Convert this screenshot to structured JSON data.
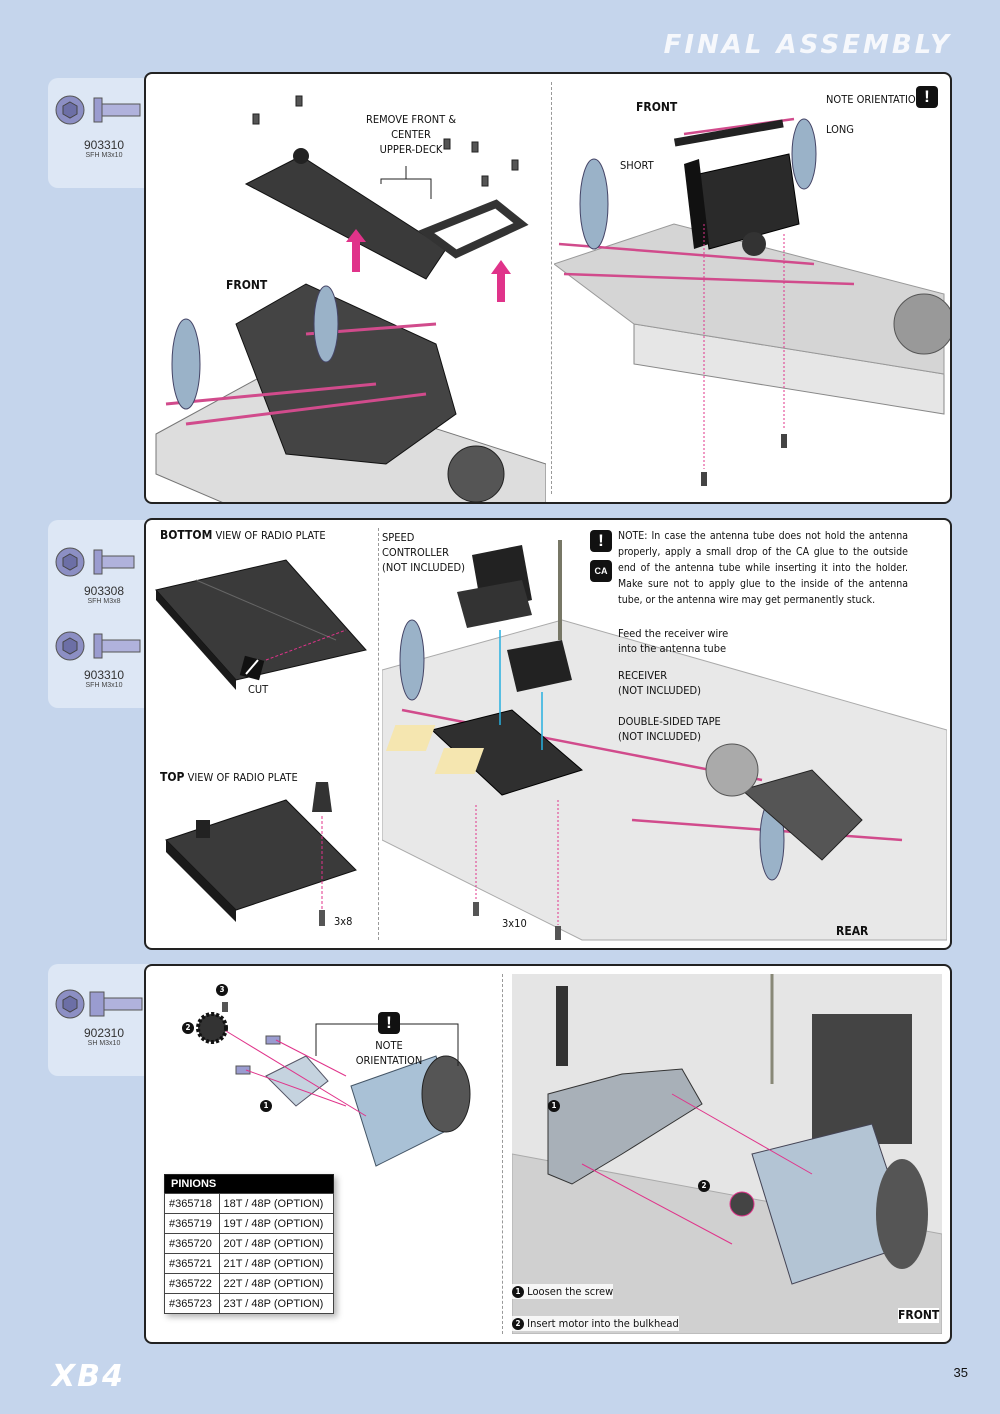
{
  "header": {
    "title": "FINAL ASSEMBLY"
  },
  "parts": {
    "step1": [
      {
        "code": "903310",
        "desc": "SFH M3x10"
      }
    ],
    "step2": [
      {
        "code": "903308",
        "desc": "SFH M3x8"
      },
      {
        "code": "903310",
        "desc": "SFH M3x10"
      }
    ],
    "step3": [
      {
        "code": "902310",
        "desc": "SH M3x10"
      }
    ]
  },
  "step1": {
    "remove_label": "REMOVE FRONT & CENTER\nUPPER-DECK",
    "front_left": "FRONT",
    "front_right": "FRONT",
    "note_orientation": "NOTE ORIENTATION",
    "long": "LONG",
    "short": "SHORT"
  },
  "step2": {
    "bottom_view": "BOTTOM",
    "bottom_view_rest": "VIEW OF RADIO PLATE",
    "cut": "CUT",
    "top_view": "TOP",
    "top_view_rest": "VIEW OF RADIO PLATE",
    "screw_3x8": "3x8",
    "screw_3x10": "3x10",
    "speed_controller": "SPEED CONTROLLER\n(NOT INCLUDED)",
    "note": "NOTE: In case the antenna tube does not hold the antenna properly, apply a small drop of the CA glue to the outside end of the antenna tube while inserting it into the holder. Make sure not to apply glue to the inside of the antenna tube, or the antenna wire may get permanently stuck.",
    "ca_label": "CA",
    "feed": "Feed the receiver wire\ninto the antenna tube",
    "receiver": "RECEIVER\n(NOT INCLUDED)",
    "tape": "DOUBLE-SIDED TAPE\n(NOT INCLUDED)",
    "rear": "REAR"
  },
  "step3": {
    "note_orientation": "NOTE\nORIENTATION",
    "callout_1": "1",
    "callout_2": "2",
    "callout_3": "3",
    "pinions_header": "PINIONS",
    "pinions": [
      {
        "part": "#365718",
        "spec": "18T / 48P (OPTION)"
      },
      {
        "part": "#365719",
        "spec": "19T / 48P (OPTION)"
      },
      {
        "part": "#365720",
        "spec": "20T / 48P (OPTION)"
      },
      {
        "part": "#365721",
        "spec": "21T / 48P (OPTION)"
      },
      {
        "part": "#365722",
        "spec": "22T / 48P (OPTION)"
      },
      {
        "part": "#365723",
        "spec": "23T / 48P (OPTION)"
      }
    ],
    "instr_1": "Loosen the screw",
    "instr_2": "Insert motor into the bulkhead",
    "front": "FRONT"
  },
  "footer": {
    "logo": "XB4",
    "page": "35"
  },
  "colors": {
    "background": "#c5d5ec",
    "accent_arrow": "#e0338a",
    "tab": "#dde7f5"
  }
}
